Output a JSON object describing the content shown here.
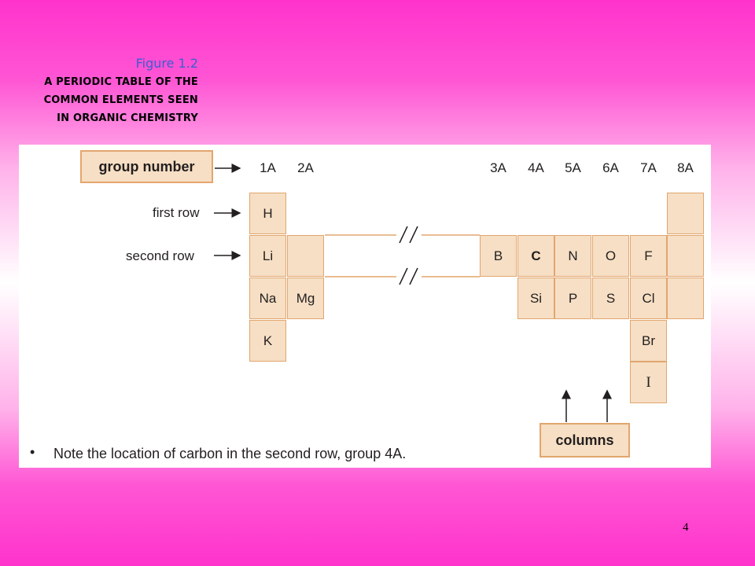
{
  "caption": {
    "figure_number": "Figure 1.2",
    "lines": [
      "A periodic table of the",
      "common elements seen",
      "in organic chemistry"
    ]
  },
  "labels": {
    "group_number": "group number",
    "first_row": "first row",
    "second_row": "second row",
    "columns": "columns"
  },
  "group_headers": [
    "1A",
    "2A",
    "3A",
    "4A",
    "5A",
    "6A",
    "7A",
    "8A"
  ],
  "elements": {
    "H": "H",
    "Li": "Li",
    "Na": "Na",
    "K": "K",
    "Mg": "Mg",
    "B": "B",
    "C": "C",
    "N": "N",
    "O": "O",
    "F": "F",
    "Si": "Si",
    "P": "P",
    "S": "S",
    "Cl": "Cl",
    "Br": "Br",
    "I": "I"
  },
  "note": "Note the location of carbon in the second row, group 4A.",
  "note_bullet": "•",
  "page_number": "4",
  "colors": {
    "cell_fill": "#f6dfc4",
    "cell_border": "#e2a66f",
    "background": "#ff33cc"
  }
}
